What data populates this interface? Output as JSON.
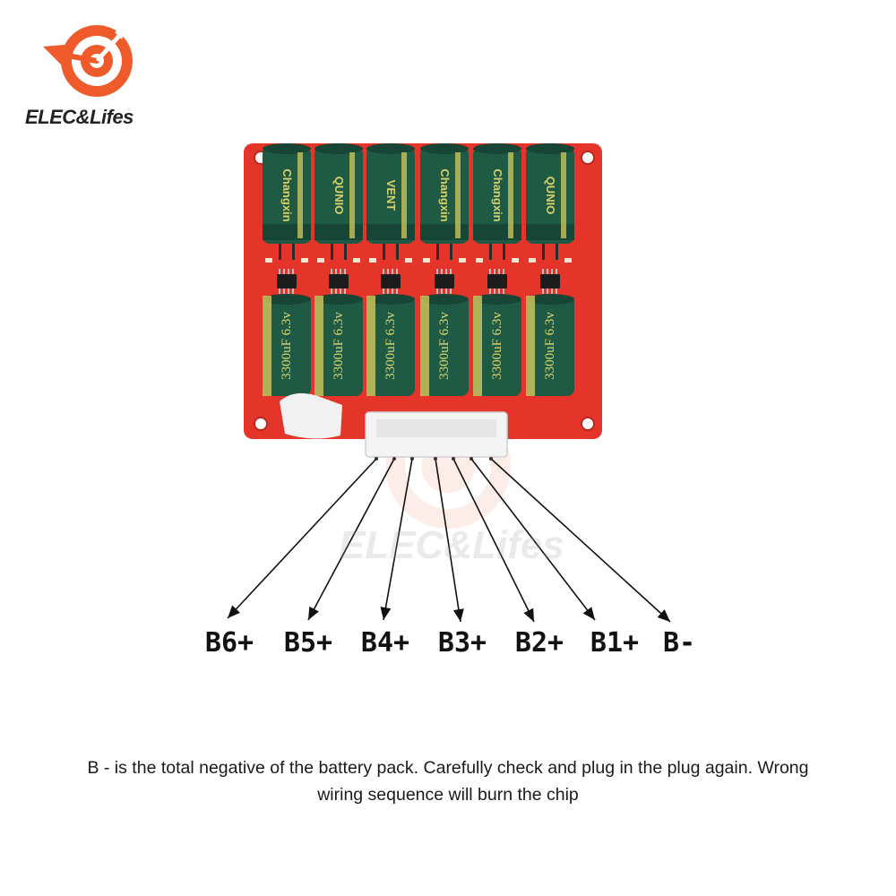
{
  "brand": {
    "name": "ELEC&Lifes",
    "watermark": "ELEC&Lifes",
    "accent": "#ef5a2a",
    "icon": "target-arrow-icon"
  },
  "board": {
    "pcb_color": "#e5342a",
    "capacitor_color": "#1f5a44",
    "top_capacitor_brands": [
      "Changxin",
      "QUNIO",
      "VENT",
      "Changxin",
      "Changxin",
      "QUNIO"
    ],
    "bottom_capacitor_rating": "3300uF 6.3v"
  },
  "pins": [
    "B6+",
    "B5+",
    "B4+",
    "B3+",
    "B2+",
    "B1+",
    "B-"
  ],
  "note": "B - is the total negative of the battery pack. Carefully check and plug in the plug again. Wrong wiring sequence will burn the chip"
}
